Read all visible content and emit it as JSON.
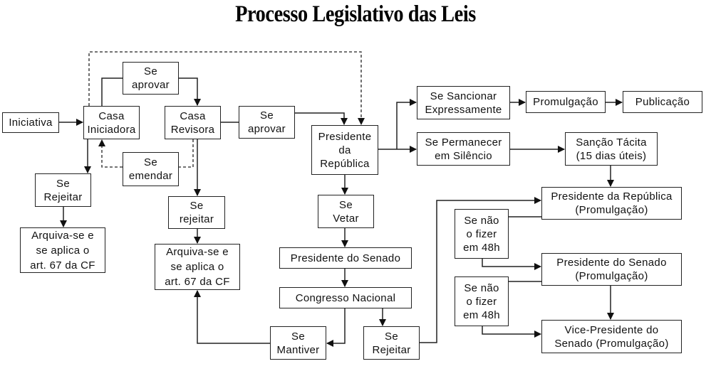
{
  "title": "Processo Legislativo das Leis",
  "nodes": {
    "iniciativa": "Iniciativa",
    "casa_iniciadora": "Casa\nIniciadora",
    "se_aprovar_1": "Se\naprovar",
    "casa_revisora": "Casa\nRevisora",
    "se_emendar": "Se\nemendar",
    "se_aprovar_2": "Se\naprovar",
    "se_rejeitar_1": "Se\nRejeitar",
    "arquiva_1": "Arquiva-se e\nse aplica o\nart. 67 da CF",
    "se_rejeitar_2": "Se\nrejeitar",
    "arquiva_2": "Arquiva-se e\nse aplica o\nart. 67 da CF",
    "presidente_republica": "Presidente\nda\nRepública",
    "se_vetar": "Se\nVetar",
    "presidente_senado": "Presidente do Senado",
    "congresso_nacional": "Congresso Nacional",
    "se_mantiver": "Se\nMantiver",
    "se_rejeitar_veto": "Se\nRejeitar",
    "se_sancionar": "Se Sancionar\nExpressamente",
    "promulgacao": "Promulgação",
    "publicacao": "Publicação",
    "se_permanecer": "Se Permanecer\nem Silêncio",
    "sancao_tacita": "Sanção Tácita\n(15 dias úteis)",
    "pr_promulgacao": "Presidente da República\n(Promulgação)",
    "se_nao_fizer_1": "Se não\no fizer\nem 48h",
    "ps_promulgacao": "Presidente do Senado\n(Promulgação)",
    "se_nao_fizer_2": "Se não\no fizer\nem 48h",
    "vps_promulgacao": "Vice-Presidente do\nSenado (Promulgação)"
  }
}
